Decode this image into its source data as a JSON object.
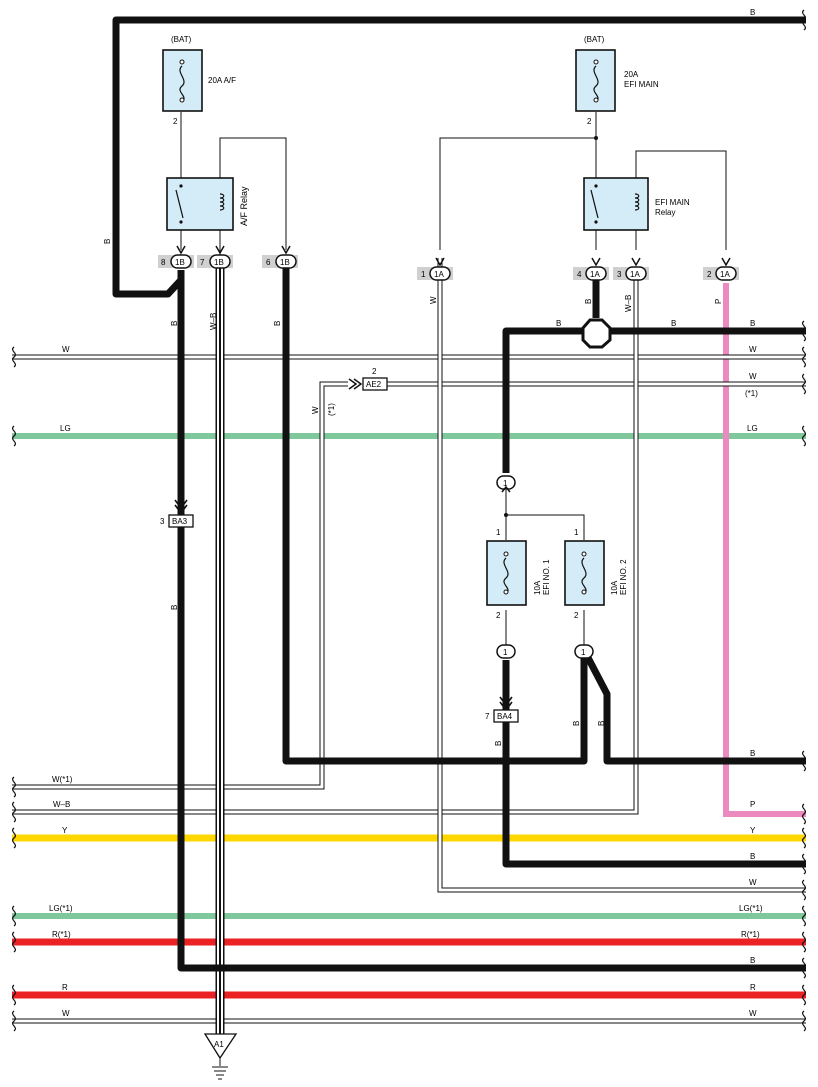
{
  "components": {
    "fuse_af": {
      "source": "(BAT)",
      "label": "20A A/F",
      "pin_bottom": "2"
    },
    "fuse_efi_main": {
      "source": "(BAT)",
      "label_line1": "20A",
      "label_line2": "EFI MAIN",
      "pin_bottom": "2"
    },
    "relay_af": {
      "label": "A/F Relay"
    },
    "relay_efi_main": {
      "label_line1": "EFI MAIN",
      "label_line2": "Relay"
    },
    "fuse_efi_no1": {
      "label_line1": "10A",
      "label_line2": "EFI NO. 1",
      "pin_top": "1",
      "pin_bottom": "2"
    },
    "fuse_efi_no2": {
      "label_line1": "10A",
      "label_line2": "EFI NO. 2",
      "pin_top": "1",
      "pin_bottom": "2"
    },
    "ground": {
      "label": "A1"
    }
  },
  "connectors": [
    {
      "pin": "8",
      "name": "1B"
    },
    {
      "pin": "7",
      "name": "1B"
    },
    {
      "pin": "6",
      "name": "1B"
    },
    {
      "pin": "1",
      "name": "1A"
    },
    {
      "pin": "4",
      "name": "1A"
    },
    {
      "pin": "3",
      "name": "1A"
    },
    {
      "pin": "2",
      "name": "1A"
    }
  ],
  "inline_connectors": {
    "ba3": {
      "pin": "3",
      "name": "BA3"
    },
    "ae2": {
      "pin": "2",
      "name": "AE2"
    },
    "ba4": {
      "pin": "7",
      "name": "BA4"
    },
    "junction_pin": "1"
  },
  "wire_labels": {
    "relay_pin8": "B",
    "relay_pin7": "W–B",
    "relay_pin6": "B",
    "relay_pin1": "W",
    "relay_pin3": "W–B",
    "relay_pin2": "P",
    "feed_left": "B",
    "splice_left": "B",
    "splice_right": "B",
    "ae2_w": "W",
    "ae2_note": "(*1)",
    "ba3_below": "B",
    "efi1_below": "B",
    "efi2_below": "B",
    "efi2_right": "B"
  },
  "bus": [
    {
      "left": "",
      "right": "B"
    },
    {
      "left": "",
      "right": "B"
    },
    {
      "left": "W",
      "right": "W"
    },
    {
      "left": "",
      "right": "W",
      "note": "(*1)"
    },
    {
      "left": "LG",
      "right": "LG",
      "color": "#7ec89b"
    },
    {
      "left": "",
      "right": "B"
    },
    {
      "left": "W(*1)",
      "right": ""
    },
    {
      "left": "W–B",
      "right": ""
    },
    {
      "left": "",
      "right": "P",
      "color": "#ec89bf"
    },
    {
      "left": "Y",
      "right": "Y",
      "color": "#ffd700"
    },
    {
      "left": "",
      "right": "B"
    },
    {
      "left": "",
      "right": "W"
    },
    {
      "left": "LG(*1)",
      "right": "LG(*1)",
      "color": "#7ec89b"
    },
    {
      "left": "R(*1)",
      "right": "R(*1)",
      "color": "#ea2224"
    },
    {
      "left": "",
      "right": "B"
    },
    {
      "left": "R",
      "right": "R",
      "color": "#ea2224"
    },
    {
      "left": "W",
      "right": "W"
    }
  ]
}
